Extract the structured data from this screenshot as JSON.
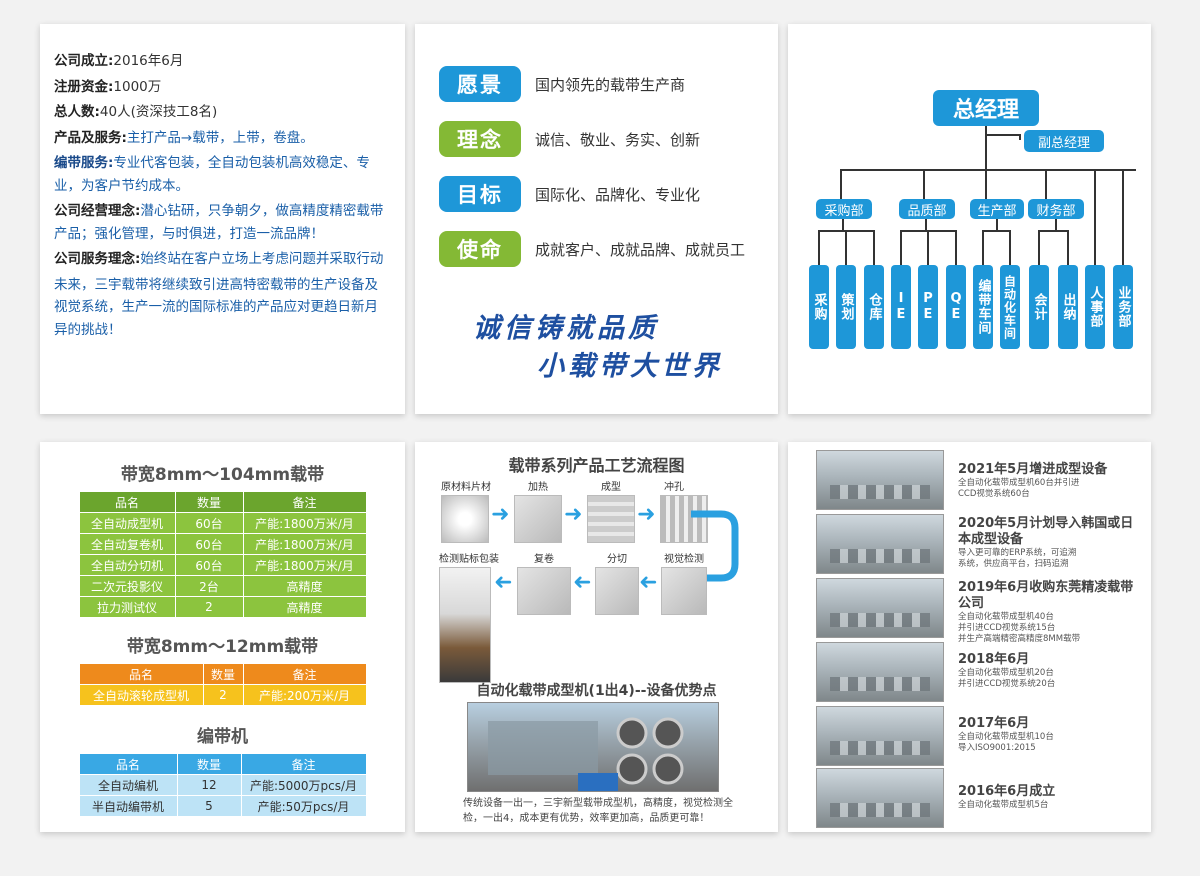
{
  "intro": {
    "founded_k": "公司成立:",
    "founded_v": "2016年6月",
    "capital_k": "注册资金:",
    "capital_v": "1000万",
    "staff_k": "总人数:",
    "staff_v": "40人(资深技工8名)",
    "products_k": "产品及服务:",
    "products_v": "主打产品→载带，上带，卷盘。",
    "taping_k": "编带服务:",
    "taping_v": "专业代客包装，全自动包装机高效稳定、专业，为客户节约成本。",
    "philo_k": "公司经营理念:",
    "philo_v": "潜心钻研，只争朝夕，做高精度精密载带产品；强化管理，与时俱进，打造一流品牌！",
    "service_k": "公司服务理念:",
    "service_v": "始终站在客户立场上考虑问题并采取行动",
    "future": "未来，三宇载带将继续致引进高特密载带的生产设备及视觉系统，生产一流的国际标准的产品应对更趋日新月异的挑战！"
  },
  "values": [
    {
      "tag": "愿景",
      "text": "国内领先的载带生产商",
      "color": "#1e97d8"
    },
    {
      "tag": "理念",
      "text": "诚信、敬业、务实、创新",
      "color": "#84b935"
    },
    {
      "tag": "目标",
      "text": "国际化、品牌化、专业化",
      "color": "#1e97d8"
    },
    {
      "tag": "使命",
      "text": "成就客户、成就品牌、成就员工",
      "color": "#84b935"
    }
  ],
  "slogan": {
    "line1": "诚信铸就品质",
    "line2": "小载带大世界"
  },
  "org": {
    "gm": "总经理",
    "deputy": "副总经理",
    "depts": [
      "采购部",
      "品质部",
      "生产部",
      "财务部"
    ],
    "units": [
      "采购",
      "策划",
      "仓库",
      "IE",
      "PE",
      "QE",
      "编带车间",
      "自动化车间",
      "会计",
      "出纳",
      "人事部",
      "业务部"
    ]
  },
  "tables": {
    "t1": {
      "title": "带宽8mm～104mm载带",
      "headers": [
        "品名",
        "数量",
        "备注"
      ],
      "rows": [
        [
          "全自动成型机",
          "60台",
          "产能:1800万米/月"
        ],
        [
          "全自动复卷机",
          "60台",
          "产能:1800万米/月"
        ],
        [
          "全自动分切机",
          "60台",
          "产能:1800万米/月"
        ],
        [
          "二次元投影仪",
          "2台",
          "高精度"
        ],
        [
          "拉力测试仪",
          "2",
          "高精度"
        ]
      ]
    },
    "t2": {
      "title": "带宽8mm～12mm载带",
      "headers": [
        "品名",
        "数量",
        "备注"
      ],
      "rows": [
        [
          "全自动滚轮成型机",
          "2",
          "产能:200万米/月"
        ]
      ]
    },
    "t3": {
      "title": "编带机",
      "headers": [
        "品名",
        "数量",
        "备注"
      ],
      "rows": [
        [
          "全自动编机",
          "12",
          "产能:5000万pcs/月"
        ],
        [
          "半自动编带机",
          "5",
          "产能:50万pcs/月"
        ]
      ]
    }
  },
  "flow": {
    "title": "载带系列产品工艺流程图",
    "steps": [
      "原材料片材",
      "加热",
      "成型",
      "冲孔",
      "视觉检测",
      "分切",
      "复卷",
      "检测贴标包装"
    ],
    "equip_title": "自动化载带成型机(1出4)--设备优势点",
    "note": "传统设备一出一，三宇新型载带成型机，高精度，视觉检测全检，一出4，成本更有优势，效率更加高，品质更可靠！"
  },
  "timeline": [
    {
      "h": "2021年5月增进成型设备",
      "d": [
        "全自动化载带成型机60台并引进",
        "CCD视觉系统60台"
      ]
    },
    {
      "h": "2020年5月计划导入韩国或日本成型设备",
      "d": [
        "导入更可靠的ERP系统，可追溯",
        "系统，供应商平台，扫码追溯"
      ]
    },
    {
      "h": "2019年6月收购东莞精凌载带公司",
      "d": [
        "全自动化载带成型机40台",
        "并引进CCD视觉系统15台",
        "并生产高端精密高精度8MM载带"
      ]
    },
    {
      "h": "2018年6月",
      "d": [
        "全自动化载带成型机20台",
        "并引进CCD视觉系统20台"
      ]
    },
    {
      "h": "2017年6月",
      "d": [
        "全自动化载带成型机10台",
        "导入ISO9001:2015"
      ]
    },
    {
      "h": "2016年6月成立",
      "d": [
        "全自动化载带成型机5台"
      ]
    }
  ]
}
